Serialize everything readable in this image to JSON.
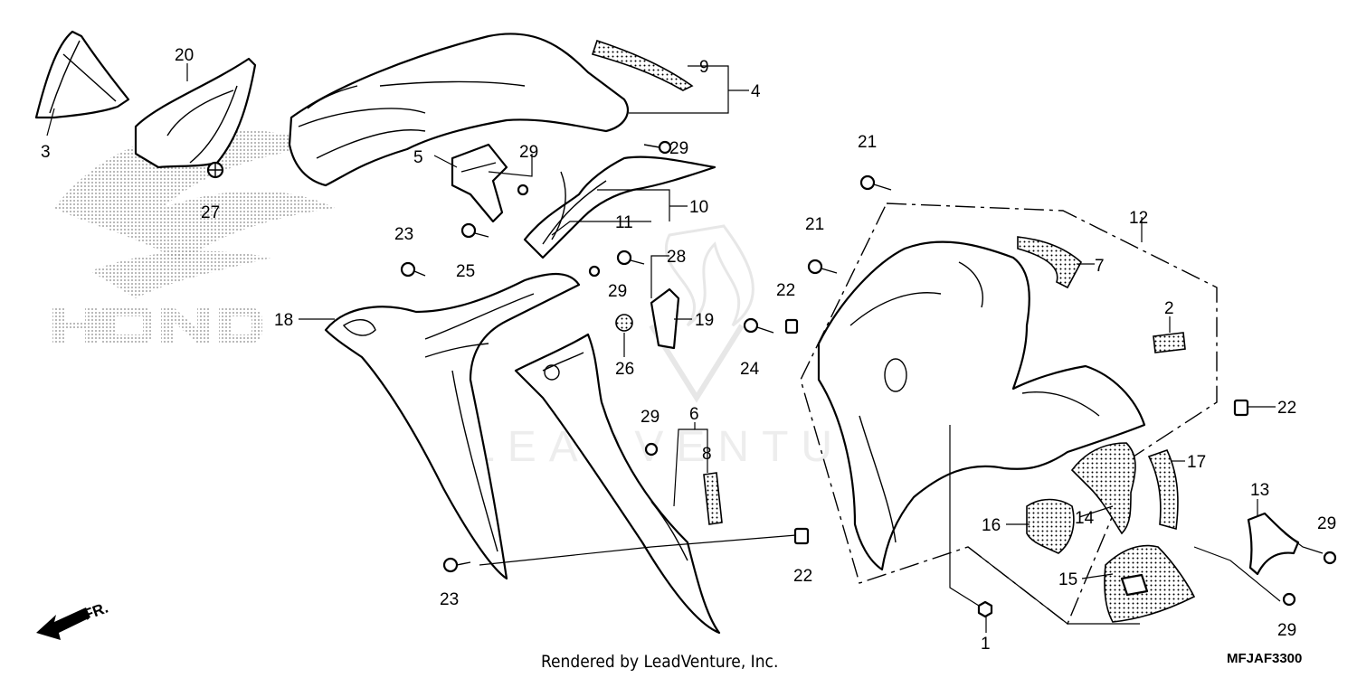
{
  "diagram": {
    "code": "MFJAF3300",
    "footer": "Rendered by LeadVenture, Inc.",
    "direction_label": "FR.",
    "watermark": {
      "brand": "HONDA",
      "overlay": "LEADVENTURE"
    },
    "callouts": [
      {
        "id": "c1",
        "label": "1"
      },
      {
        "id": "c2",
        "label": "2"
      },
      {
        "id": "c3",
        "label": "3"
      },
      {
        "id": "c4",
        "label": "4"
      },
      {
        "id": "c5",
        "label": "5"
      },
      {
        "id": "c6",
        "label": "6"
      },
      {
        "id": "c7",
        "label": "7"
      },
      {
        "id": "c8",
        "label": "8"
      },
      {
        "id": "c9",
        "label": "9"
      },
      {
        "id": "c10",
        "label": "10"
      },
      {
        "id": "c11",
        "label": "11"
      },
      {
        "id": "c12",
        "label": "12"
      },
      {
        "id": "c13",
        "label": "13"
      },
      {
        "id": "c14",
        "label": "14"
      },
      {
        "id": "c15",
        "label": "15"
      },
      {
        "id": "c16",
        "label": "16"
      },
      {
        "id": "c17",
        "label": "17"
      },
      {
        "id": "c18",
        "label": "18"
      },
      {
        "id": "c19",
        "label": "19"
      },
      {
        "id": "c20",
        "label": "20"
      },
      {
        "id": "c21a",
        "label": "21"
      },
      {
        "id": "c21b",
        "label": "21"
      },
      {
        "id": "c22a",
        "label": "22"
      },
      {
        "id": "c22b",
        "label": "22"
      },
      {
        "id": "c22c",
        "label": "22"
      },
      {
        "id": "c23a",
        "label": "23"
      },
      {
        "id": "c23b",
        "label": "23"
      },
      {
        "id": "c24",
        "label": "24"
      },
      {
        "id": "c25",
        "label": "25"
      },
      {
        "id": "c26",
        "label": "26"
      },
      {
        "id": "c27",
        "label": "27"
      },
      {
        "id": "c28",
        "label": "28"
      },
      {
        "id": "c29a",
        "label": "29"
      },
      {
        "id": "c29b",
        "label": "29"
      },
      {
        "id": "c29c",
        "label": "29"
      },
      {
        "id": "c29d",
        "label": "29"
      },
      {
        "id": "c29e",
        "label": "29"
      },
      {
        "id": "c29f",
        "label": "29"
      }
    ]
  }
}
